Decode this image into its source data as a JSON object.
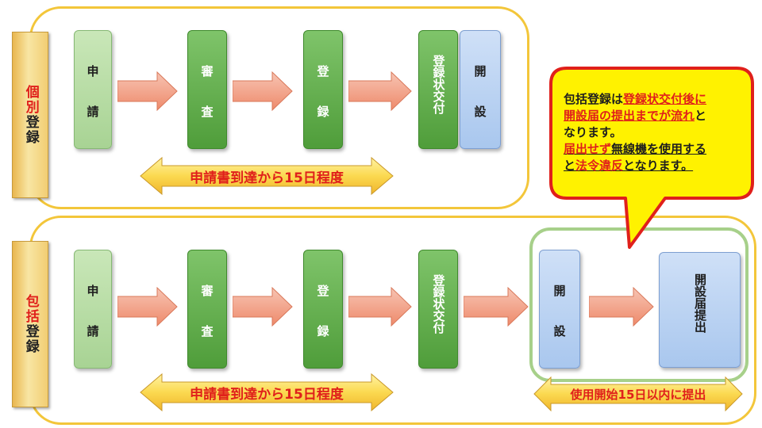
{
  "individual": {
    "label_red": "個別",
    "label_black": "登録",
    "steps": [
      {
        "top": "申",
        "bottom": "請"
      },
      {
        "top": "審",
        "bottom": "査"
      },
      {
        "top": "登",
        "bottom": "録"
      },
      {
        "text": "登録状交付"
      },
      {
        "top": "開",
        "bottom": "設"
      }
    ],
    "duration": "申請書到達から15日程度"
  },
  "blanket": {
    "label_red": "包括",
    "label_black": "登録",
    "steps": [
      {
        "top": "申",
        "bottom": "請"
      },
      {
        "top": "審",
        "bottom": "査"
      },
      {
        "top": "登",
        "bottom": "録"
      },
      {
        "text": "登録状交付"
      },
      {
        "top": "開",
        "bottom": "設"
      },
      {
        "text": "開設届提出"
      }
    ],
    "duration": "申請書到達から15日程度",
    "duration_after": "使用開始15日以内に提出"
  },
  "callout": {
    "l1a": "包括登録は",
    "l1b": "登録状交付後に",
    "l2a": "開設届の提出までが流れ",
    "l2b": "と",
    "l3": "なります。",
    "l4a": "届出せず",
    "l4b": "無線機を使用する",
    "l5a": "と",
    "l5b": "法令違反",
    "l5c": "となります。"
  },
  "colors": {
    "frame": "#f3c63a",
    "accent_red": "#e0201b",
    "callout_fill": "#fff200",
    "callout_border": "#e0201b",
    "arrow": "#f4a48a"
  }
}
